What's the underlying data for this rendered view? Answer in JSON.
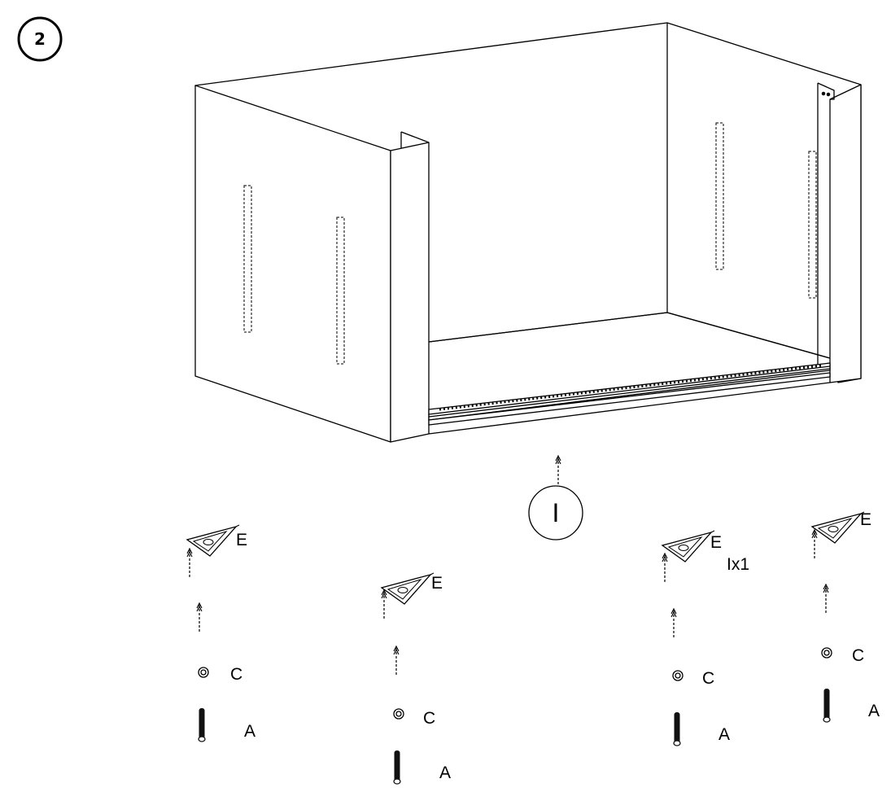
{
  "step": {
    "number": "2"
  },
  "callout": {
    "part": "I",
    "quantity": "Ix1"
  },
  "hardware": {
    "bracket_label": "E",
    "washer_label": "C",
    "bolt_label": "A"
  },
  "colors": {
    "line": "#000000",
    "fill": "#ffffff",
    "bolt": "#111111"
  }
}
